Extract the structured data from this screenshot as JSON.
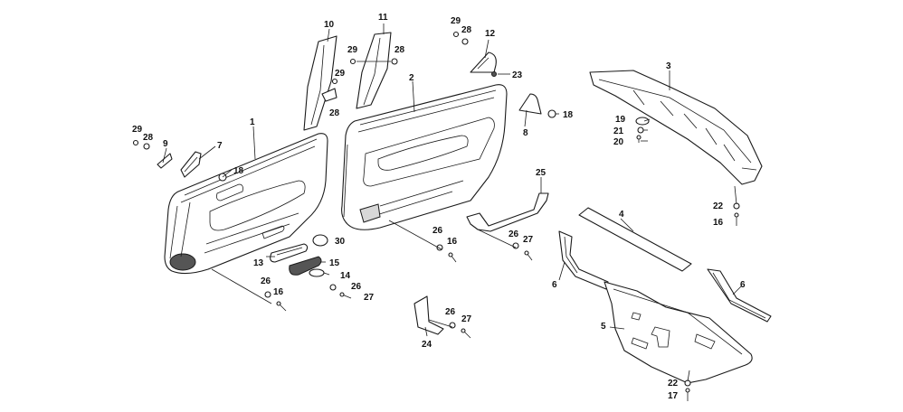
{
  "diagram": {
    "callouts": {
      "c1": "1",
      "c2": "2",
      "c3": "3",
      "c4": "4",
      "c5": "5",
      "c6a": "6",
      "c6b": "6",
      "c7": "7",
      "c8": "8",
      "c9": "9",
      "c10": "10",
      "c11": "11",
      "c12": "12",
      "c13": "13",
      "c14": "14",
      "c15": "15",
      "c16a": "16",
      "c16b": "16",
      "c16c": "16",
      "c17": "17",
      "c18a": "18",
      "c18b": "18",
      "c19": "19",
      "c20": "20",
      "c21": "21",
      "c22a": "22",
      "c22b": "22",
      "c23": "23",
      "c24": "24",
      "c25": "25",
      "c26a": "26",
      "c26b": "26",
      "c26c": "26",
      "c26d": "26",
      "c26e": "26",
      "c27a": "27",
      "c27b": "27",
      "c27c": "27",
      "c28a": "28",
      "c28b": "28",
      "c28c": "28",
      "c28d": "28",
      "c29a": "29",
      "c29b": "29",
      "c29c": "29",
      "c29d": "29",
      "c30": "30"
    }
  }
}
